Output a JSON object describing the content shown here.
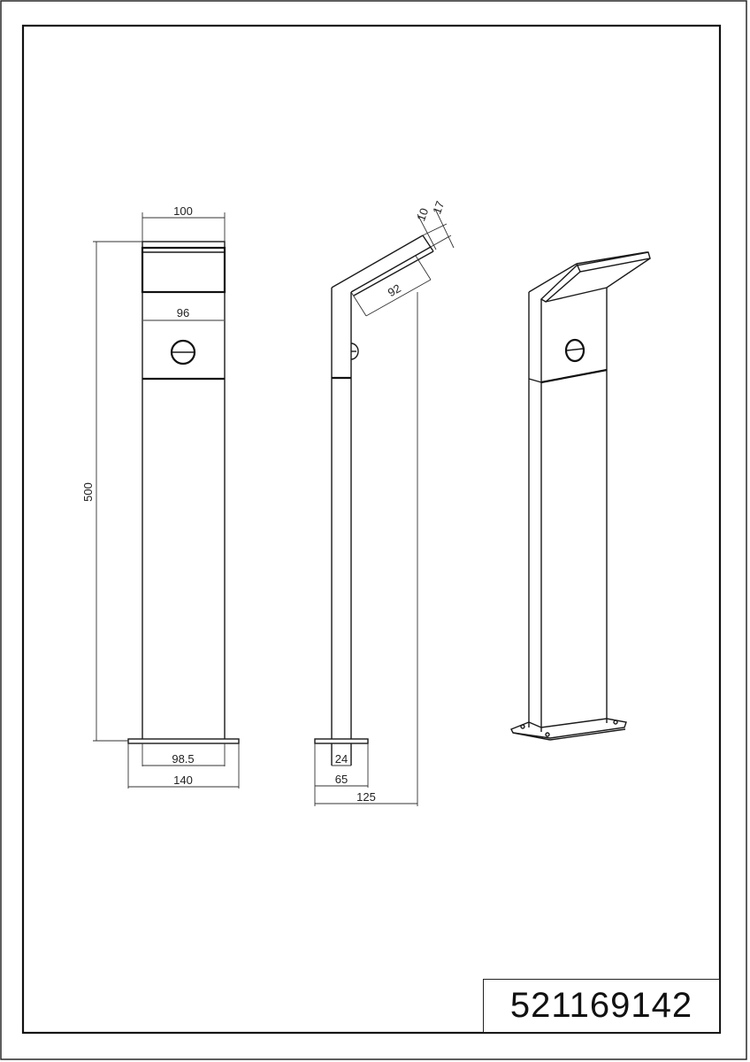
{
  "drawing": {
    "product_number": "521169142",
    "front_view": {
      "dimensions": {
        "head_width": "100",
        "body_width": "96",
        "height": "500",
        "base_inner": "98.5",
        "base_outer": "140"
      }
    },
    "side_view": {
      "dimensions": {
        "head_thickness_inner": "10",
        "head_thickness_outer": "17",
        "head_depth": "92",
        "post_depth": "24",
        "base_depth": "65",
        "total_depth": "125"
      }
    },
    "perspective_view": {
      "label": ""
    }
  },
  "colors": {
    "line": "#1a1a1a",
    "background": "#ffffff"
  }
}
